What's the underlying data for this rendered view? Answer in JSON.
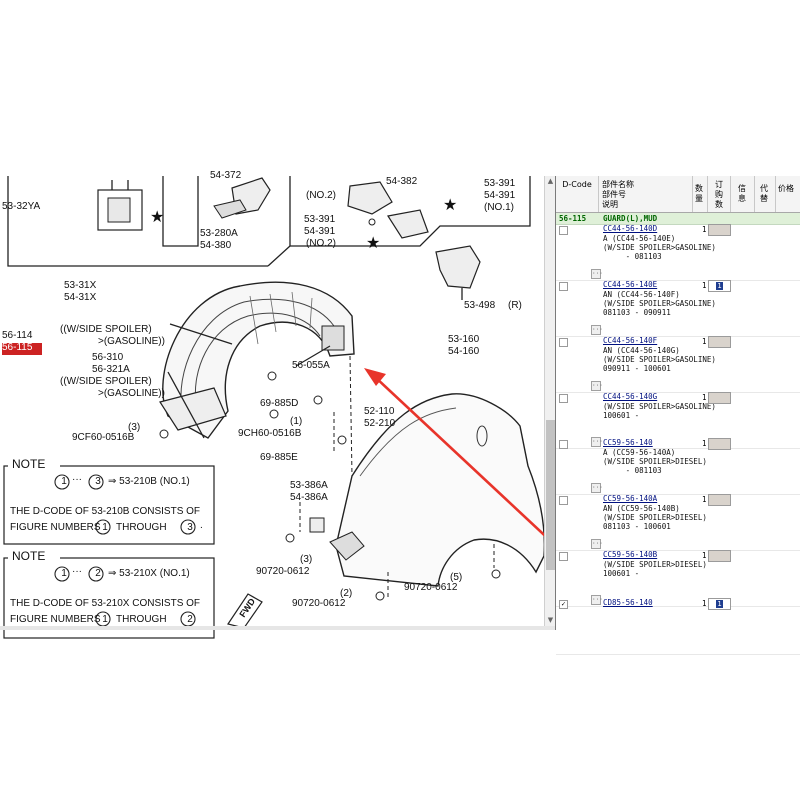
{
  "diagram": {
    "labels": {
      "p53_32ya": "53-32YA",
      "p54_372": "54-372",
      "p53_280a": "53-280A",
      "p54_380": "54-380",
      "p54_382": "54-382",
      "p53_391_top": "53-391",
      "p54_391_top": "54-391",
      "no1_top": "(NO.1)",
      "no2_a": "(NO.2)",
      "p53_391": "53-391",
      "p54_391": "54-391",
      "no2_b": "(NO.2)",
      "p53_31x": "53-31X",
      "p54_31x": "54-31X",
      "p53_498": "53-498",
      "r_tag": "(R)",
      "p53_160": "53-160",
      "p54_160": "54-160",
      "p56_114": "56-114",
      "p56_115": "56-115",
      "spoiler1_a": "((W/SIDE SPOILER)",
      "spoiler1_b": ">(GASOLINE))",
      "p56_310": "56-310",
      "p56_321a": "56-321A",
      "spoiler2_a": "((W/SIDE SPOILER)",
      "spoiler2_b": ">(GASOLINE))",
      "p56_055a": "56-055A",
      "p69_885d": "69-885D",
      "one": "(1)",
      "p9ch60": "9CH60-0516B",
      "three": "(3)",
      "p9cf60": "9CF60-0516B",
      "p52_110": "52-110",
      "p52_210": "52-210",
      "p69_885e": "69-885E",
      "p53_386a": "53-386A",
      "p54_386a": "54-386A",
      "three_b": "(3)",
      "p90720_a": "90720-0612",
      "two": "(2)",
      "p90720_b": "90720-0612",
      "five": "(5)",
      "p90720_c": "90720-0612",
      "fwd": "FWD"
    },
    "note1": {
      "title": "NOTE",
      "line1_from": "1",
      "line1_dots": "···",
      "line1_to": "3",
      "line1_tail": "⇒ 53-210B (NO.1)",
      "line2": "(NO.1)",
      "line3": "THE D-CODE OF 53-210B CONSISTS OF",
      "line4_a": "FIGURE NUMBERS",
      "line4_n1": "1",
      "line4_b": "THROUGH",
      "line4_n2": "3",
      "line4_c": "."
    },
    "note2": {
      "title": "NOTE",
      "line1_from": "1",
      "line1_dots": "···",
      "line1_to": "2",
      "line1_tail": "⇒ 53-210X (NO.1)",
      "line2": "(NO.1)",
      "line3": "THE D-CODE OF 53-210X CONSISTS OF",
      "line4_a": "FIGURE NUMBERS",
      "line4_n1": "1",
      "line4_b": "THROUGH",
      "line4_n2": "2"
    }
  },
  "parts_panel": {
    "headers": {
      "dcode": "D-Code",
      "partname_a": "部件名称",
      "partname_b": "部件号",
      "partname_c": "说明",
      "qty_a": "数",
      "qty_b": "量",
      "order_a": "订",
      "order_b": "购",
      "order_c": "数",
      "info_a": "信",
      "info_b": "息",
      "replace_a": "代",
      "replace_b": "替",
      "price": "价格"
    },
    "group": {
      "code": "56-115",
      "name": "GUARD(L),MUD"
    },
    "entries": [
      {
        "part_no": "CC44-56-140D",
        "line1": "A (CC44-56-140E)",
        "line2": "(W/SIDE SPOILER>GASOLINE)",
        "line3": "     - 081103",
        "qty": "1",
        "order": "",
        "checked": ""
      },
      {
        "part_no": "CC44-56-140E",
        "line1": "AN (CC44-56-140F)",
        "line2": "(W/SIDE SPOILER>GASOLINE)",
        "line3": "081103 - 090911",
        "qty": "1",
        "order": "1",
        "checked": ""
      },
      {
        "part_no": "CC44-56-140F",
        "line1": "AN (CC44-56-140G)",
        "line2": "(W/SIDE SPOILER>GASOLINE)",
        "line3": "090911 - 100601",
        "qty": "1",
        "order": "",
        "checked": ""
      },
      {
        "part_no": "CC44-56-140G",
        "line1": "(W/SIDE SPOILER>GASOLINE)",
        "line2": "100601 -",
        "line3": "",
        "qty": "1",
        "order": "",
        "checked": ""
      },
      {
        "part_no": "CC59-56-140",
        "line1": "A (CC59-56-140A)",
        "line2": "(W/SIDE SPOILER>DIESEL)",
        "line3": "     - 081103",
        "qty": "1",
        "order": "",
        "checked": ""
      },
      {
        "part_no": "CC59-56-140A",
        "line1": "AN (CC59-56-140B)",
        "line2": "(W/SIDE SPOILER>DIESEL)",
        "line3": "081103 - 100601",
        "qty": "1",
        "order": "",
        "checked": ""
      },
      {
        "part_no": "CC59-56-140B",
        "line1": "(W/SIDE SPOILER>DIESEL)",
        "line2": "100601 -",
        "line3": "",
        "qty": "1",
        "order": "",
        "checked": ""
      },
      {
        "part_no": "CD85-56-140",
        "line1": "",
        "line2": "",
        "line3": "",
        "qty": "1",
        "order": "1",
        "checked": "✓"
      }
    ]
  },
  "colors": {
    "arrow": "#e8342a",
    "highlight": "#cc2222",
    "group_bg": "#dff0d8",
    "part_link": "#001080"
  }
}
